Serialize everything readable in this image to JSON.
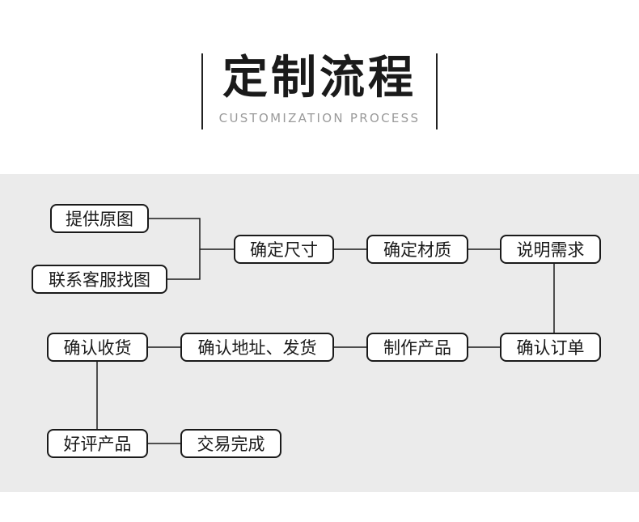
{
  "header": {
    "title": "定制流程",
    "subtitle": "CUSTOMIZATION PROCESS"
  },
  "colors": {
    "panel_bg": "#ebebeb",
    "node_border": "#1a1a1a",
    "node_bg": "#ffffff",
    "subtitle": "#9a9a9a"
  },
  "steps": {
    "provide_image": "提供原图",
    "contact_service": "联系客服找图",
    "confirm_size": "确定尺寸",
    "confirm_material": "确定材质",
    "describe_needs": "说明需求",
    "confirm_order": "确认订单",
    "make_product": "制作产品",
    "confirm_address_ship": "确认地址、发货",
    "confirm_receipt": "确认收货",
    "good_review": "好评产品",
    "deal_complete": "交易完成"
  }
}
